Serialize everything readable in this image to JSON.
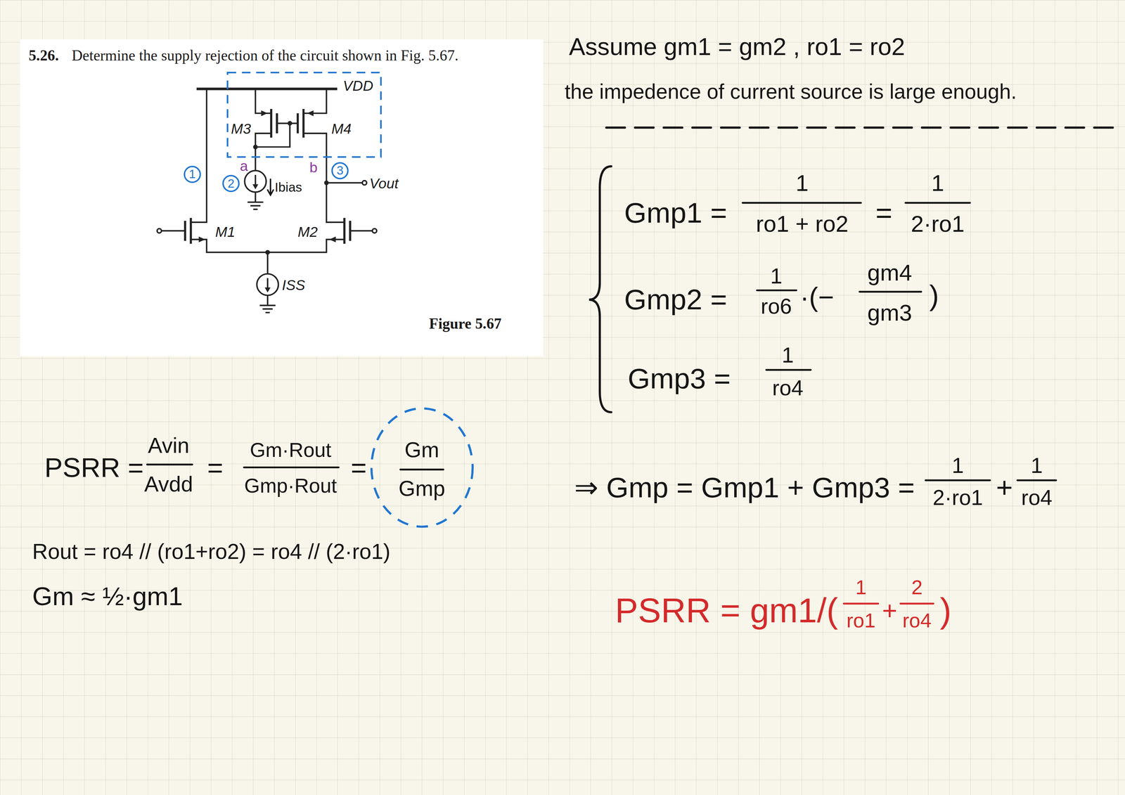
{
  "diagram": {
    "nodes": [
      {
        "text": [
          "VDD",
          "M3",
          "M4"
        ]
      },
      {
        "text": [
          "1"
        ]
      },
      {
        "text": [
          "2"
        ]
      },
      {
        "text": [
          "3"
        ]
      },
      {
        "text": [
          "Gm",
          "Gmp"
        ]
      }
    ],
    "labels": [
      "5.26.",
      "Determine the supply rejection of the circuit shown in Fig. 5.67.",
      "M1",
      "M2",
      "ISS",
      "Vout",
      "Figure 5.67",
      "a",
      "b",
      "Ibias",
      "Assume gm1 = gm2 , ro1 = ro2",
      "the impedence of current source is large enough.",
      "Gmp1 =",
      "1",
      "ro1 + ro2",
      "=",
      "1",
      "2·ro1",
      "Gmp2 =",
      "1",
      "ro6",
      "·(−",
      "gm4",
      "gm3",
      ")",
      "Gmp3 =",
      "1",
      "ro4",
      "⇒ Gmp = Gmp1 + Gmp3 =",
      "1",
      "2·ro1",
      "+",
      "1",
      "ro4",
      "PSRR = gm1/(",
      "1",
      "ro1",
      "+",
      "2",
      "ro4",
      ")",
      "PSRR =",
      "Avin",
      "Avdd",
      "=",
      "Gm·Rout",
      "Gmp·Rout",
      "=",
      "Rout = ro4 // (ro1+ro2) = ro4 // (2·ro1)",
      "Gm ≈ ½·gm1"
    ]
  }
}
